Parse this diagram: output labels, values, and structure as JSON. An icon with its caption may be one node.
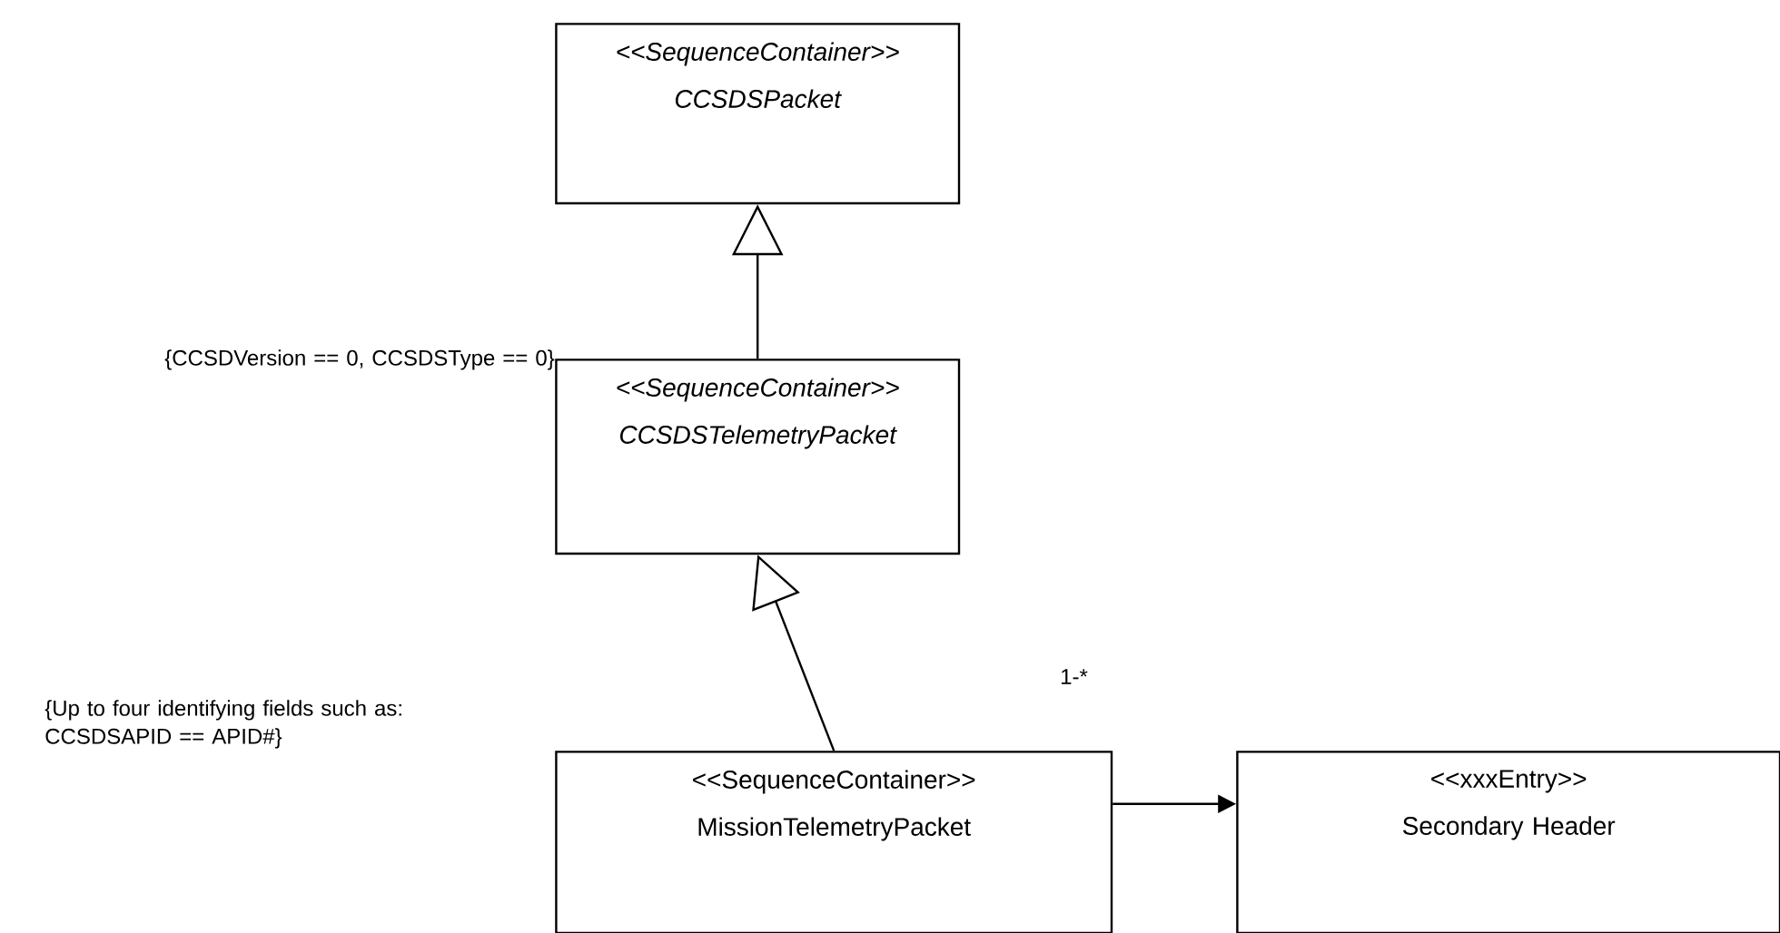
{
  "diagram": {
    "nodes": [
      {
        "text": [
          "<<SequenceContainer>>",
          "CCSDSPacket"
        ]
      },
      {
        "text": [
          "<<SequenceContainer>>",
          "CCSDSTelemetryPacket"
        ]
      },
      {
        "text": [
          "<<SequenceContainer>>",
          "MissionTelemetryPacket"
        ]
      },
      {
        "text": [
          "<<xxxEntry>>",
          "Secondary Header"
        ]
      }
    ],
    "edges": [
      {
        "from": 1,
        "to": 0,
        "arrow": "to"
      },
      {
        "from": 2,
        "to": 1,
        "arrow": "to"
      },
      {
        "from": 2,
        "to": 3,
        "arrow": "to"
      }
    ],
    "labels": [
      "{CCSDVersion == 0, CCSDSType == 0}",
      "{Up to four identifying fields such as: CCSDSAPID == APID#}",
      "1-*"
    ]
  }
}
